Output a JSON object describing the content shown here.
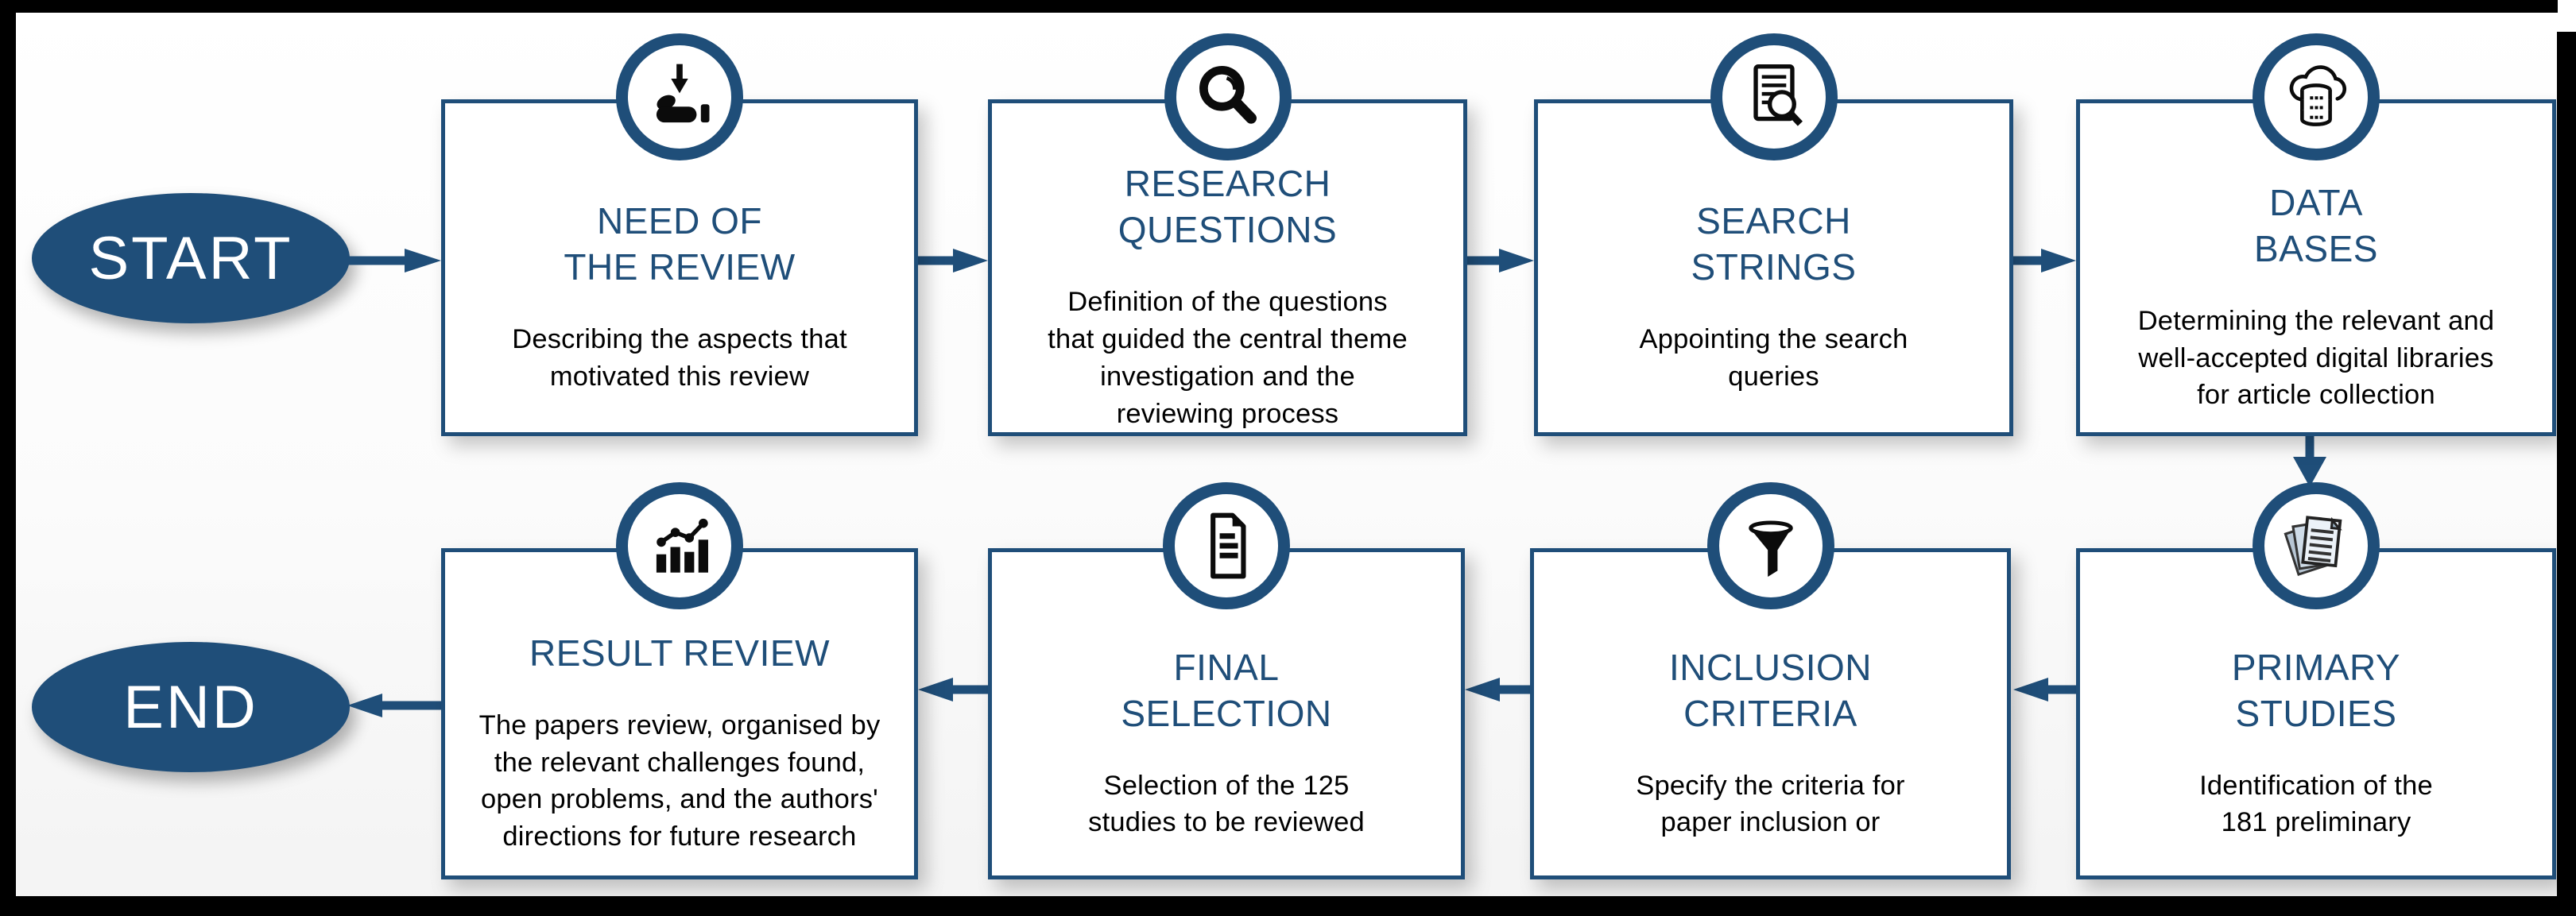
{
  "colors": {
    "accent": "#1F4E79",
    "body_text": "#000000",
    "page_bg": "#FBFBFB",
    "frame": "#000000"
  },
  "terminators": {
    "start": "START",
    "end": "END"
  },
  "steps": [
    {
      "id": "need-of-the-review",
      "icon": "hand-receive-icon",
      "title": "NEED OF\nTHE REVIEW",
      "description": "Describing the aspects that\nmotivated this review"
    },
    {
      "id": "research-questions",
      "icon": "magnifier-icon",
      "title": "RESEARCH\nQUESTIONS",
      "description": "Definition of the questions\nthat guided the central theme\ninvestigation and the\nreviewing process"
    },
    {
      "id": "search-strings",
      "icon": "document-search-icon",
      "title": "SEARCH\nSTRINGS",
      "description": "Appointing the search\nqueries"
    },
    {
      "id": "data-bases",
      "icon": "cloud-database-icon",
      "title": "DATA\nBASES",
      "description": "Determining the relevant and\nwell-accepted digital libraries\nfor article collection"
    },
    {
      "id": "primary-studies",
      "icon": "papers-stack-icon",
      "title": "PRIMARY\nSTUDIES",
      "description": "Identification of the\n181 preliminary"
    },
    {
      "id": "inclusion-criteria",
      "icon": "funnel-icon",
      "title": "INCLUSION\nCRITERIA",
      "description": "Specify the criteria for\npaper inclusion or"
    },
    {
      "id": "final-selection",
      "icon": "document-icon",
      "title": "FINAL\nSELECTION",
      "description": "Selection of the 125\nstudies to be reviewed"
    },
    {
      "id": "result-review",
      "icon": "bar-chart-icon",
      "title": "RESULT REVIEW",
      "description": "The papers review, organised by\nthe relevant challenges found,\nopen problems, and the authors'\ndirections for future research"
    }
  ]
}
